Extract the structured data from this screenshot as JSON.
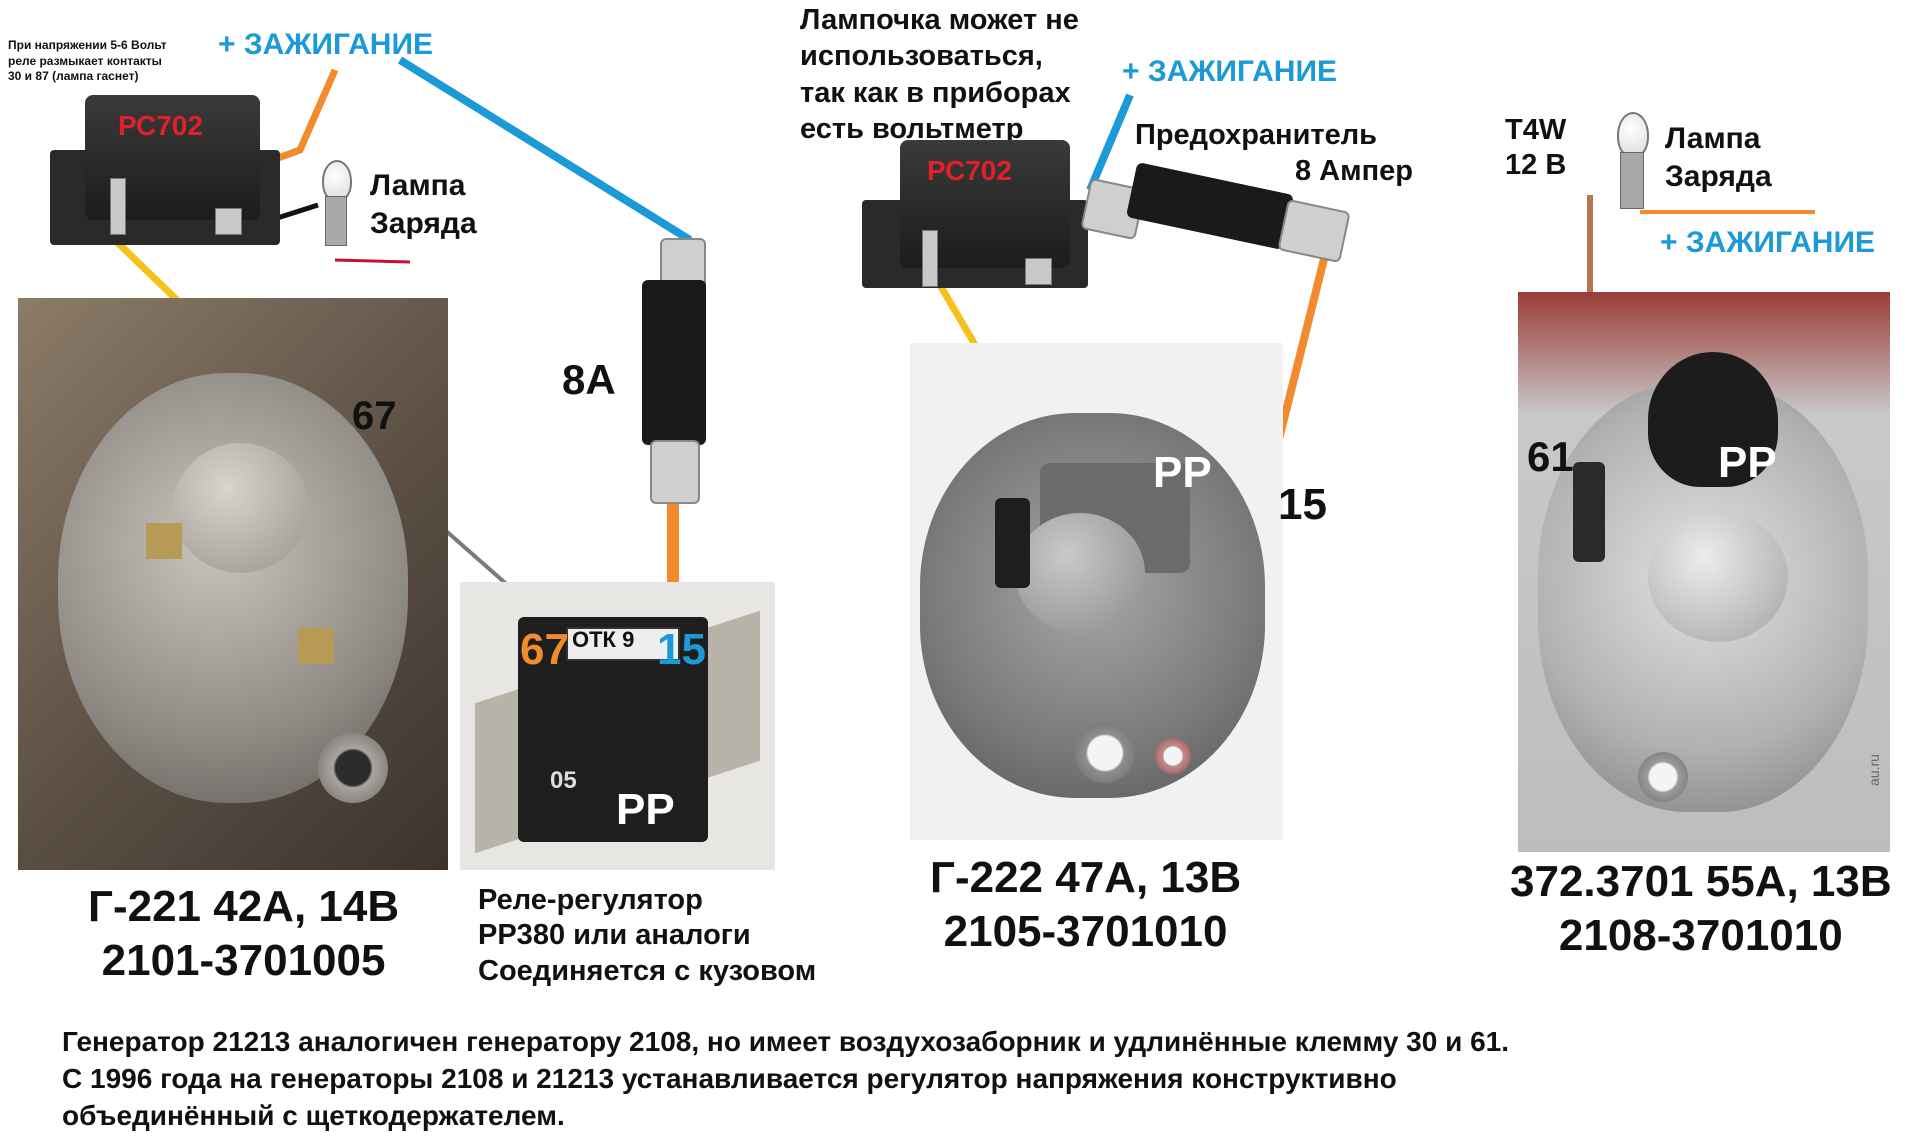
{
  "relay_note": [
    "При напряжении 5-6 Вольт",
    "реле размыкает контакты",
    "30 и 87 (лампа гаснет)"
  ],
  "ignition_label": "+ ЗАЖИГАНИЕ",
  "relay_model": "РС702",
  "charge_lamp": [
    "Лампа",
    "Заряда"
  ],
  "fuse_8a": "8А",
  "terminal_67": "67",
  "terminal_15": "15",
  "terminal_61": "61",
  "regulator_label": "РР",
  "otk_stamp": "ОТК 9",
  "regulator_stamp": "05",
  "lamp_optional_note": [
    "Лампочка может не",
    "использоваться,",
    "так как в приборах",
    "есть вольтметр"
  ],
  "fuse_8amp": [
    "Предохранитель",
    "8 Ампер"
  ],
  "bulb_spec": [
    "T4W",
    "12 В"
  ],
  "watermark": "au.ru",
  "gen1_caption": [
    "Г-221 42А, 14В",
    "2101-3701005"
  ],
  "regulator_caption": [
    "Реле-регулятор",
    "РР380 или аналоги",
    "Соединяется с кузовом"
  ],
  "gen2_caption": [
    "Г-222 47А, 13В",
    "2105-3701010"
  ],
  "gen3_caption": [
    "372.3701 55А, 13В",
    "2108-3701010"
  ],
  "footer_notes": [
    "Генератор 21213 аналогичен генератору 2108, но имеет воздухозаборник и удлинённые клемму 30 и 61.",
    "С 1996 года на генераторы 2108 и 21213 устанавливается регулятор напряжения конструктивно",
    "объединённый с щеткодержателем."
  ],
  "colors": {
    "ignition_wire": "#1c9ad8",
    "signal_wire": "#f28a2e",
    "lamp_wire": "#f5c21b",
    "bulb_wire": "#b4774f",
    "label_blue": "#1c9ad8",
    "label_orange": "#f28a2e"
  }
}
